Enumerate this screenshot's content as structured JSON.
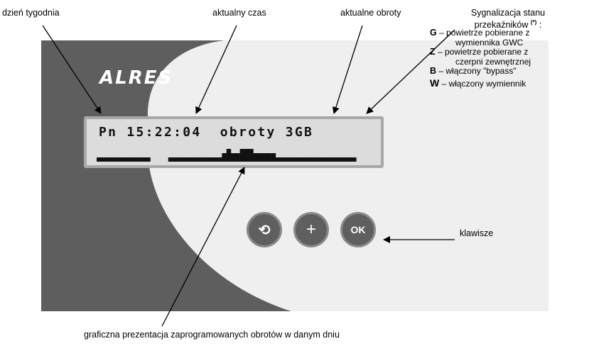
{
  "labels": {
    "day_of_week": "dzień tygodnia",
    "current_time": "aktualny czas",
    "current_speed": "aktualne obroty",
    "relay_title_line1": "Sygnalizacja stanu",
    "relay_title_line2": "przekaźników",
    "relay_title_note": "(*)",
    "relay_title_colon": ":",
    "keys": "klawisze",
    "graph_caption": "graficzna prezentacja zaprogramowanych obrotów w danym dniu"
  },
  "legend": [
    {
      "code": "G",
      "line1": "– powietrze pobierane z",
      "line2": "wymiennika GWC"
    },
    {
      "code": "Z",
      "line1": "– powietrze pobierane z",
      "line2": "czerpni zewnętrznej"
    },
    {
      "code": "B",
      "line1": "– włączony \"bypass\"",
      "line2": ""
    },
    {
      "code": "W",
      "line1": "– włączony wymiennik",
      "line2": ""
    }
  ],
  "device": {
    "logo": "ALRES",
    "lcd_text": "Pn 15:22:04  obroty 3GB",
    "schedule_levels": [
      1,
      1,
      1,
      1,
      1,
      1,
      1,
      1,
      1,
      1,
      1,
      1,
      0,
      0,
      0,
      0,
      1,
      1,
      1,
      1,
      1,
      1,
      1,
      1,
      1,
      1,
      1,
      1,
      2,
      3,
      2,
      2,
      3,
      3,
      3,
      2,
      2,
      2,
      2,
      2,
      1,
      1,
      1,
      1,
      1,
      1,
      1,
      1,
      1,
      1,
      1,
      1,
      1,
      1,
      1,
      1,
      1,
      1
    ],
    "buttons": [
      {
        "name": "back-button",
        "symbol": "⟲"
      },
      {
        "name": "plus-button",
        "symbol": "+"
      },
      {
        "name": "ok-button",
        "symbol": "OK"
      }
    ]
  },
  "colors": {
    "device_dark": "#5e5e5e",
    "device_light": "#efefef",
    "lcd_bg": "#dcdcdc"
  }
}
